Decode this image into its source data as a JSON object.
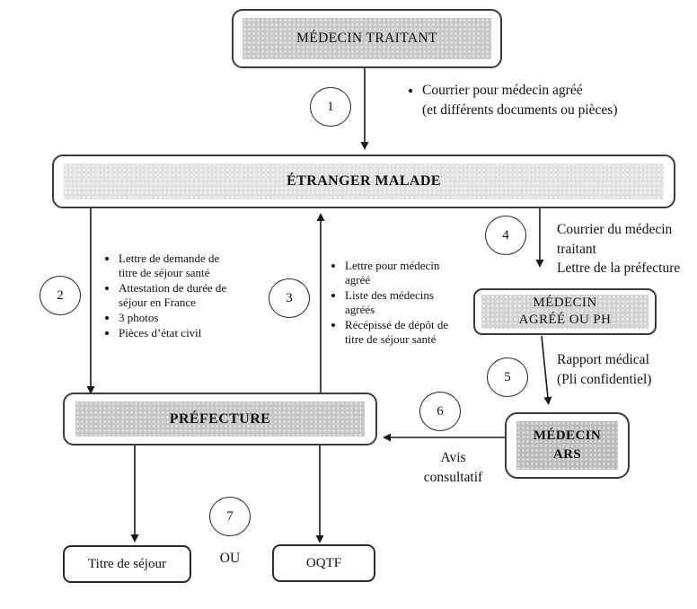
{
  "diagram": {
    "nodes": {
      "medecin_traitant": {
        "label": "MÉDECIN TRAITANT"
      },
      "etranger_malade": {
        "label": "ÉTRANGER MALADE"
      },
      "medecin_agree_ph": {
        "line1": "MÉDECIN",
        "line2": "AGRÉÉ OU PH"
      },
      "prefecture": {
        "label": "PRÉFECTURE"
      },
      "medecin_ars": {
        "line1": "MÉDECIN",
        "line2": "ARS"
      },
      "titre_de_sejour": {
        "label": "Titre de séjour"
      },
      "oqtf": {
        "label": "OQTF"
      }
    },
    "steps": [
      "1",
      "2",
      "3",
      "4",
      "5",
      "6",
      "7"
    ],
    "notes": {
      "step1": {
        "line1": "Courrier pour médecin agréé",
        "line2": "(et différents documents ou pièces)"
      },
      "step2": {
        "items": [
          "Lettre de demande de titre de séjour santé",
          "Attestation de durée de séjour en France",
          "3 photos",
          "Pièces d’état civil"
        ]
      },
      "step3": {
        "items": [
          "Lettre pour médecin agréé",
          "Liste des médecins agréés",
          "Récépissé de dépôt de titre de séjour santé"
        ]
      },
      "step4": {
        "line1": "Courrier du médecin traitant",
        "line2": "Lettre de la préfecture"
      },
      "step5": {
        "line1": "Rapport médical",
        "line2": "(Pli confidentiel)"
      },
      "step6": {
        "line1": "Avis",
        "line2": "consultatif"
      },
      "or_label": "OU"
    },
    "colors": {
      "medecin_traitant_fill": "#c9c9c9",
      "etranger_malade_fill": "#e2e2e2",
      "medecin_agree_fill": "#d3d3d3",
      "prefecture_fill": "#c6c6c6",
      "medecin_ars_fill": "#bcbcbc",
      "box_border": "#3b3b3b",
      "line": "#1a1a1a"
    }
  }
}
